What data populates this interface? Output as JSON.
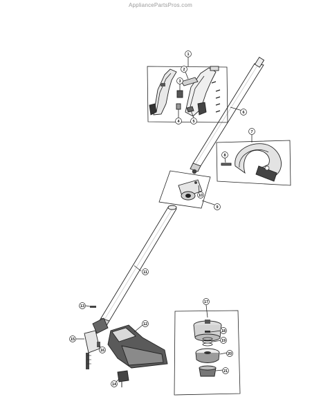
{
  "watermark": "AppliancePartsPros.com",
  "callouts": {
    "c1": "1",
    "c2": "2",
    "c3": "3",
    "c4": "4",
    "c5": "5",
    "c6": "6",
    "c7": "7",
    "c8": "8",
    "c9": "9",
    "c10": "10",
    "c11": "11",
    "c12": "12",
    "c13": "13",
    "c14": "14",
    "c15": "15",
    "c16": "16",
    "c17": "17",
    "c18": "18",
    "c19": "19",
    "c20": "20",
    "c21": "21"
  },
  "colors": {
    "line": "#222222",
    "shade": "#3a3a3a",
    "light": "#d8d8d8",
    "mid": "#9a9a9a"
  }
}
